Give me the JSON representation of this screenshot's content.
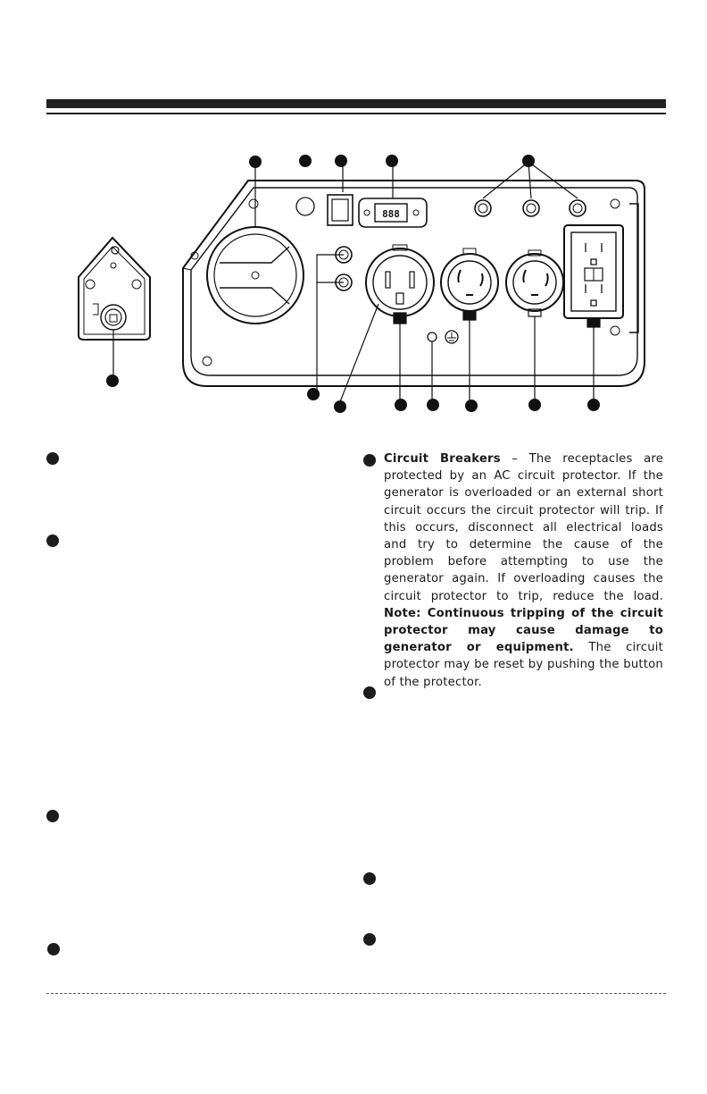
{
  "circuit_breakers": {
    "title": "Circuit Breakers",
    "dash": " – ",
    "body": "The receptacles are protected by an AC circuit protector. If the generator is overloaded or an external short circuit occurs the circuit protector will trip. If this occurs, disconnect all electrical loads and try to determine the cause of  the problem before attempting to use the generator again. If overloading causes the circuit protector to trip, reduce the load. ",
    "note": "Note: Continuous tripping of the circuit protector may cause damage to generator or equipment.",
    "after_note": " The circuit protector may be reset by pushing the button of the protector."
  },
  "panel": {
    "display_readout": "888",
    "ground_symbol": "⏚"
  }
}
